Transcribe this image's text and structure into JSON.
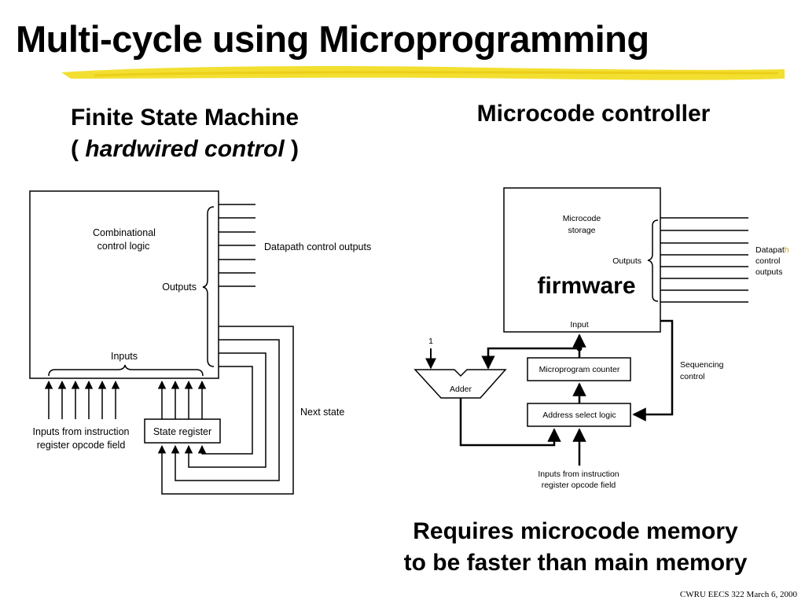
{
  "slide": {
    "title": "Multi-cycle using Microprogramming",
    "footer": "CWRU EECS 322 March 6, 2000",
    "note_line1": "Requires microcode memory",
    "note_line2": "to be faster than main memory"
  },
  "fsm": {
    "heading_line1": "Finite State Machine",
    "heading_open": "( ",
    "heading_italic": "hardwired control",
    "heading_close": " )",
    "logic_line1": "Combinational",
    "logic_line2": "control logic",
    "outputs": "Outputs",
    "inputs": "Inputs",
    "datapath_outputs": "Datapath control outputs",
    "next_state": "Next state",
    "instr_line1": "Inputs from instruction",
    "instr_line2": "register opcode field",
    "state_register": "State register"
  },
  "mc": {
    "heading": "Microcode controller",
    "storage_line1": "Microcode",
    "storage_line2": "storage",
    "outputs": "Outputs",
    "firmware": "firmware",
    "input": "Input",
    "datapath_line1": "Datapat",
    "datapath_line1_h": "h",
    "datapath_line2": "control",
    "datapath_line3": "outputs",
    "one": "1",
    "adder": "Adder",
    "microprogram_counter": "Microprogram counter",
    "sequencing_line1": "Sequencing",
    "sequencing_line2": "control",
    "address_select": "Address select logic",
    "instr_line1": "Inputs from instruction",
    "instr_line2": "register opcode field"
  },
  "colors": {
    "highlight": "#f2dc1a",
    "datapath_h": "#d4a017"
  }
}
